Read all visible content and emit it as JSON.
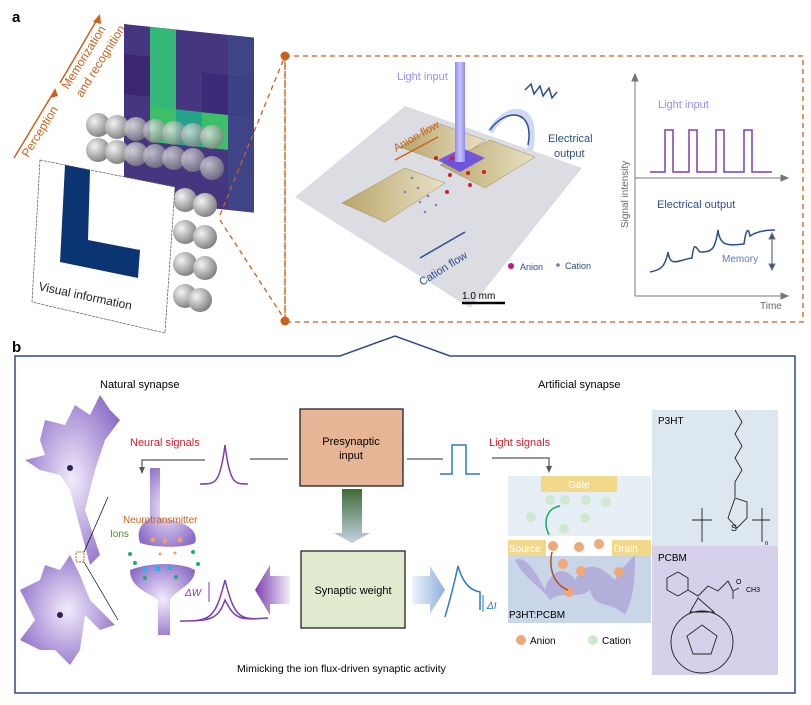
{
  "panel_a": {
    "label": "a",
    "arrow_perception": "Perception",
    "arrow_memorization_1": "Memorization",
    "arrow_memorization_2": "and recognition",
    "visual_information": "Visual information",
    "device": {
      "light_input": "Light input",
      "electrical_output_1": "Electrical",
      "electrical_output_2": "output",
      "anion_flow": "Anion flow",
      "cation_flow": "Cation flow",
      "legend_anion": "Anion",
      "legend_cation": "Cation",
      "scale_bar": "1.0 mm"
    },
    "graph": {
      "y_axis_label": "Signal intensity",
      "x_axis_label": "Time",
      "light_input": "Light input",
      "electrical_output": "Electrical output",
      "memory": "Memory"
    }
  },
  "panel_b": {
    "label": "b",
    "natural_synapse": "Natural synapse",
    "artificial_synapse": "Artificial synapse",
    "neural_signals": "Neural signals",
    "light_signals": "Light signals",
    "presynaptic_input_1": "Presynaptic",
    "presynaptic_input_2": "input",
    "synaptic_weight": "Synaptic weight",
    "neurotransmitter": "Neurotransmitter",
    "ions": "Ions",
    "delta_w": "ΔW",
    "delta_i": "ΔI",
    "gate": "Gate",
    "source": "Source",
    "drain": "Drain",
    "blend": "P3HT:PCBM",
    "legend_anion": "Anion",
    "legend_cation": "Cation",
    "p3ht": "P3HT",
    "pcbm": "PCBM",
    "sulfur": "S",
    "n_subscript": "n",
    "ester_o": "O",
    "ester_ch3": "CH3",
    "caption": "Mimicking the ion flux-driven synaptic activity"
  },
  "colors": {
    "orange": "#c8611c",
    "navy": "#2b4f8c",
    "purple": "#7b3fb0",
    "light_purple": "#9a8cf0",
    "red": "#d0202a"
  }
}
